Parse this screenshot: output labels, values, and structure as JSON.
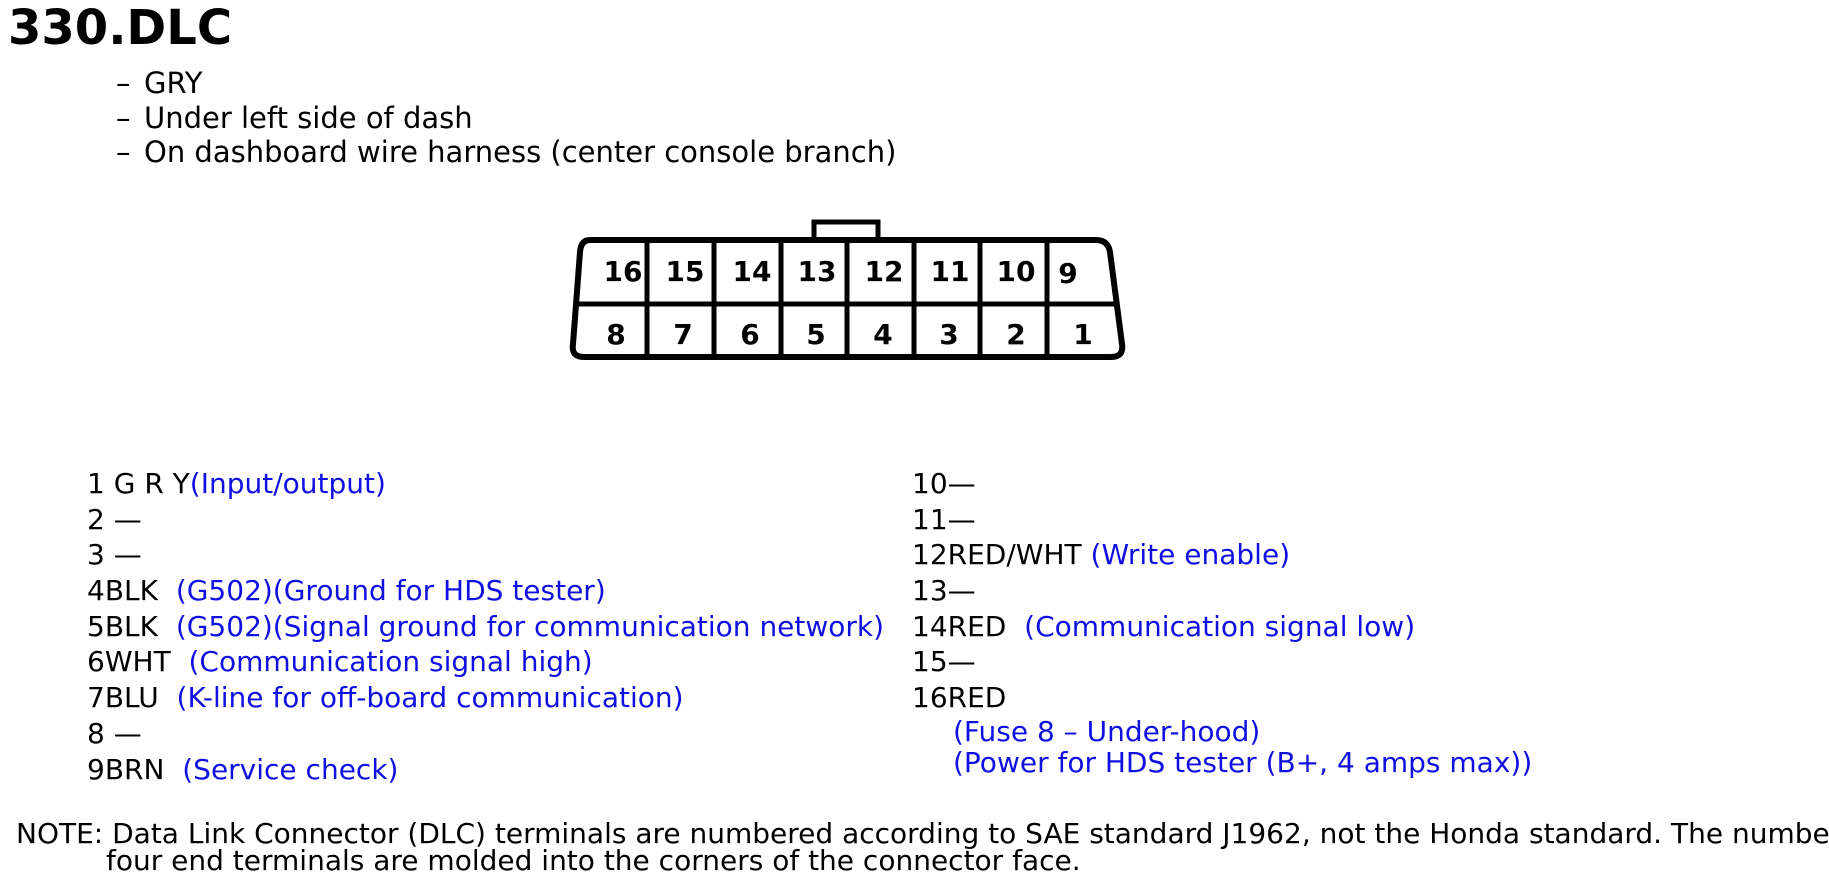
{
  "title": "330.DLC",
  "info": [
    "GRY",
    "Under left side of dash",
    "On dashboard wire harness (center console branch)"
  ],
  "info_dash": "–",
  "connector": {
    "top_row": [
      "16",
      "15",
      "14",
      "13",
      "12",
      "11",
      "10",
      "9"
    ],
    "bottom_row": [
      "8",
      "7",
      "6",
      "5",
      "4",
      "3",
      "2",
      "1"
    ]
  },
  "pins_left": [
    {
      "terminal": "1",
      "wire": " G R Y",
      "desc": "(Input/output)"
    },
    {
      "terminal": "2",
      "wire": " —",
      "desc": ""
    },
    {
      "terminal": "3",
      "wire": " —",
      "desc": ""
    },
    {
      "terminal": "4",
      "wire": "BLK  ",
      "desc": "(G502)(Ground for HDS tester)"
    },
    {
      "terminal": "5",
      "wire": "BLK  ",
      "desc": "(G502)(Signal ground for communication network)"
    },
    {
      "terminal": "6",
      "wire": "WHT  ",
      "desc": "(Communication signal high)"
    },
    {
      "terminal": "7",
      "wire": "BLU  ",
      "desc": "(K-line for off-board communication)"
    },
    {
      "terminal": "8",
      "wire": " —",
      "desc": ""
    },
    {
      "terminal": "9",
      "wire": "BRN  ",
      "desc": "(Service check)"
    }
  ],
  "pins_right": [
    {
      "terminal": "10",
      "wire": "—",
      "desc": ""
    },
    {
      "terminal": "11",
      "wire": "—",
      "desc": ""
    },
    {
      "terminal": "12",
      "wire": "RED/WHT ",
      "desc": "(Write enable)"
    },
    {
      "terminal": "13",
      "wire": "—",
      "desc": ""
    },
    {
      "terminal": "14",
      "wire": "RED  ",
      "desc": "(Communication signal low)"
    },
    {
      "terminal": "15",
      "wire": "—",
      "desc": ""
    },
    {
      "terminal": "16",
      "wire": "RED",
      "desc": ""
    }
  ],
  "pin16_details": [
    "(Fuse 8 – Under-hood)",
    "(Power for HDS tester (B+, 4 amps max))"
  ],
  "note": {
    "line1": "NOTE: Data Link Connector (DLC) terminals are numbered according to SAE standard J1962, not the Honda standard. The numbers of",
    "line2": "four end terminals are molded into the corners of the connector face."
  }
}
